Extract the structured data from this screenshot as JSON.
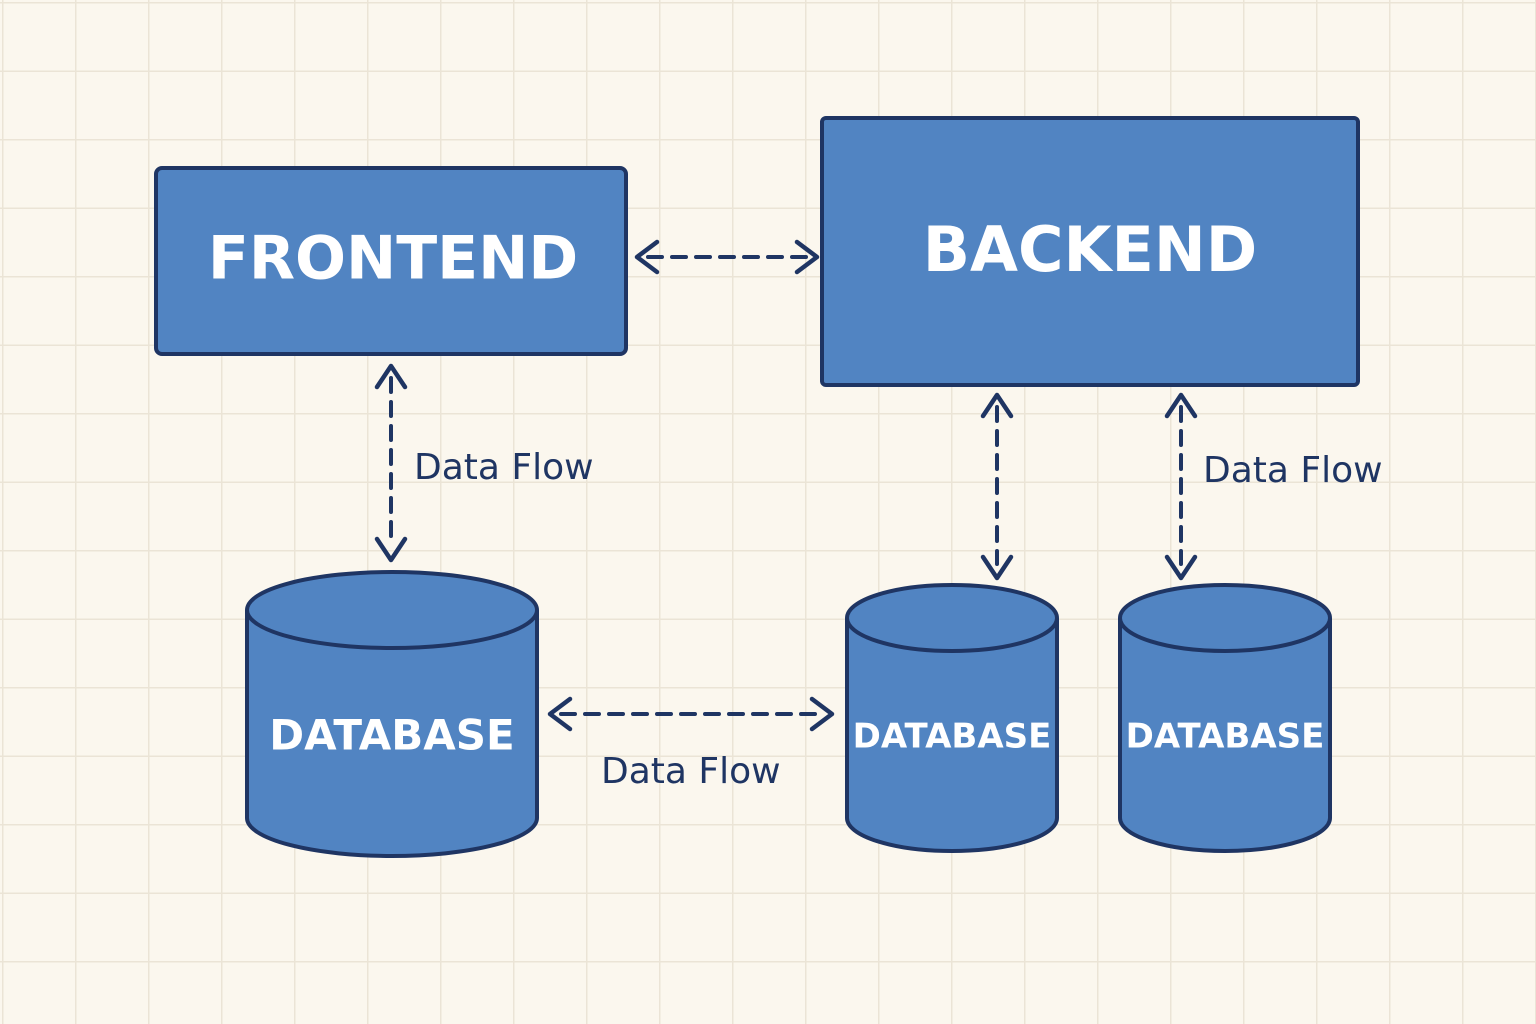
{
  "nodes": {
    "frontend": {
      "label": "FRONTEND"
    },
    "backend": {
      "label": "BACKEND"
    },
    "database_left": {
      "label": "DATABASE"
    },
    "database_middle": {
      "label": "DATABASE"
    },
    "database_right": {
      "label": "DATABASE"
    }
  },
  "edges": {
    "frontend_database": {
      "label": "Data Flow"
    },
    "database_database": {
      "label": "Data Flow"
    },
    "backend_database_right": {
      "label": "Data Flow"
    }
  },
  "colors": {
    "background": "#fbf7ee",
    "grid": "#ebe4d6",
    "node_fill": "#5184c2",
    "node_stroke": "#1f3563",
    "node_text": "#ffffff",
    "connector": "#1f3563"
  }
}
